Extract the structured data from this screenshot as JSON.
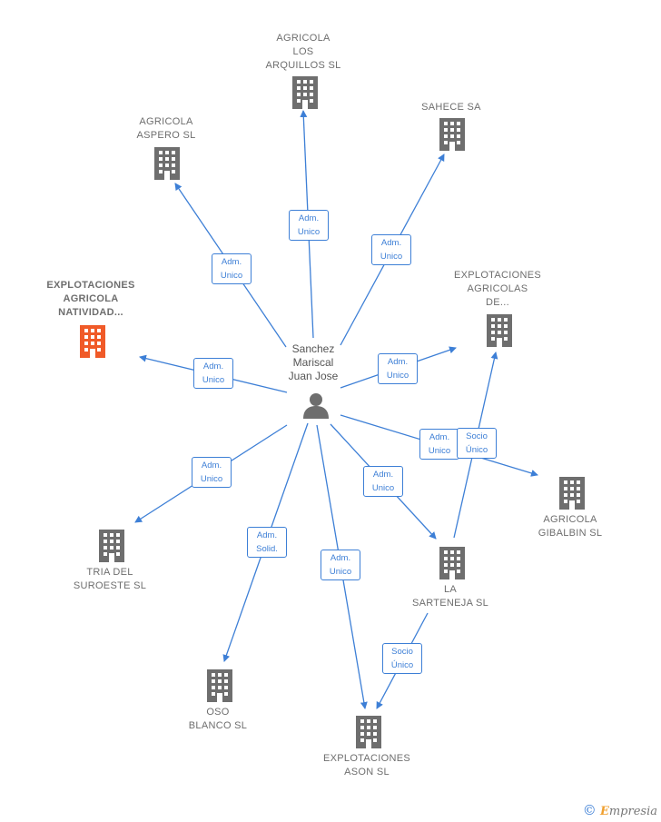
{
  "center": {
    "name": "Sanchez\nMariscal\nJuan Jose",
    "icon": "person-icon"
  },
  "nodes": [
    {
      "id": "agricola-los-arquillos",
      "label": "AGRICOLA\nLOS\nARQUILLOS  SL",
      "icon": "building-icon",
      "color": "#6e6e6e"
    },
    {
      "id": "sahece",
      "label": "SAHECE SA",
      "icon": "building-icon",
      "color": "#6e6e6e"
    },
    {
      "id": "agricola-aspero",
      "label": "AGRICOLA\nASPERO  SL",
      "icon": "building-icon",
      "color": "#6e6e6e"
    },
    {
      "id": "explotaciones-agricola-natividad",
      "label": "EXPLOTACIONES\nAGRICOLA\nNATIVIDAD...",
      "icon": "building-icon",
      "color": "#f05a28",
      "highlight": true
    },
    {
      "id": "explotaciones-agricolas-de",
      "label": "EXPLOTACIONES\nAGRICOLAS\nDE...",
      "icon": "building-icon",
      "color": "#6e6e6e"
    },
    {
      "id": "agricola-gibalbin",
      "label": "AGRICOLA\nGIBALBIN  SL",
      "icon": "building-icon",
      "color": "#6e6e6e"
    },
    {
      "id": "tria-del-suroeste",
      "label": "TRIA DEL\nSUROESTE  SL",
      "icon": "building-icon",
      "color": "#6e6e6e"
    },
    {
      "id": "la-sarteneja",
      "label": "LA\nSARTENEJA SL",
      "icon": "building-icon",
      "color": "#6e6e6e"
    },
    {
      "id": "oso-blanco",
      "label": "OSO\nBLANCO  SL",
      "icon": "building-icon",
      "color": "#6e6e6e"
    },
    {
      "id": "explotaciones-ason",
      "label": "EXPLOTACIONES\nASON  SL",
      "icon": "building-icon",
      "color": "#6e6e6e"
    }
  ],
  "edges": [
    {
      "label": "Adm.\nUnico"
    },
    {
      "label": "Adm.\nUnico"
    },
    {
      "label": "Adm.\nUnico"
    },
    {
      "label": "Adm.\nUnico"
    },
    {
      "label": "Adm.\nUnico"
    },
    {
      "label": "Adm.\nUnico"
    },
    {
      "label": "Adm.\nUnico"
    },
    {
      "label": "Adm.\nSolid."
    },
    {
      "label": "Adm.\nUnico"
    },
    {
      "label": "Adm.\nUnico"
    },
    {
      "label": "Socio\nÚnico"
    },
    {
      "label": "Socio\nÚnico"
    }
  ],
  "colors": {
    "edge": "#3d7fd6",
    "building": "#6e6e6e",
    "highlight": "#f05a28",
    "person": "#6e6e6e"
  },
  "footer": {
    "copyright": "©",
    "brand": "mpresia",
    "brand_initial": "E"
  }
}
